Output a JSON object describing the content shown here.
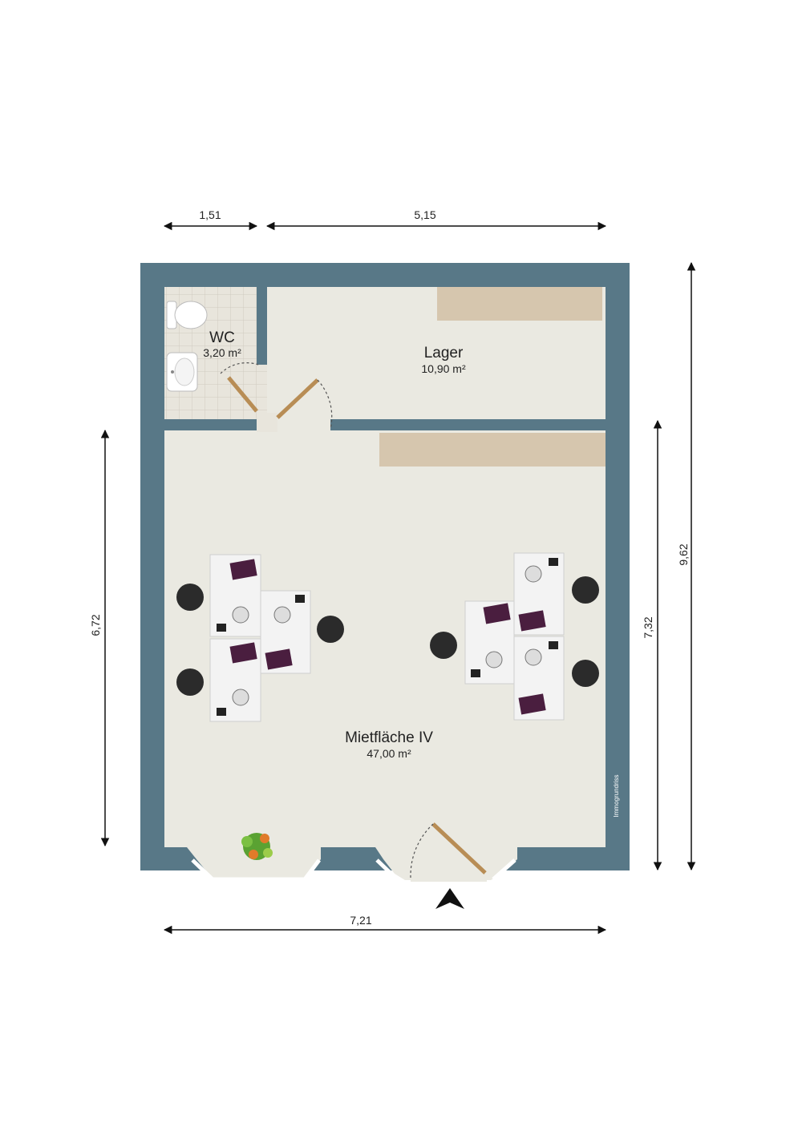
{
  "rooms": {
    "wc": {
      "name": "WC",
      "area": "3,20 m²"
    },
    "lager": {
      "name": "Lager",
      "area": "10,90 m²"
    },
    "main": {
      "name": "Mietfläche IV",
      "area": "47,00 m²"
    }
  },
  "dimensions": {
    "top_left": "1,51",
    "top_right": "5,15",
    "left": "6,72",
    "right_inner": "7,32",
    "right_outer": "9,62",
    "bottom": "7,21"
  },
  "watermark": "Immogrundriss",
  "colors": {
    "wall": "#587887",
    "floor": "#eae9e1",
    "tile": "#e6e3da",
    "shelf": "#d6c6ae",
    "desk": "#f3f3f3",
    "chair": "#2b2b2b",
    "folder": "#4a1e3f"
  },
  "icons": {
    "entrance": "entrance-arrow-icon",
    "plant": "plant-icon",
    "toilet": "toilet-icon",
    "sink": "sink-icon"
  }
}
